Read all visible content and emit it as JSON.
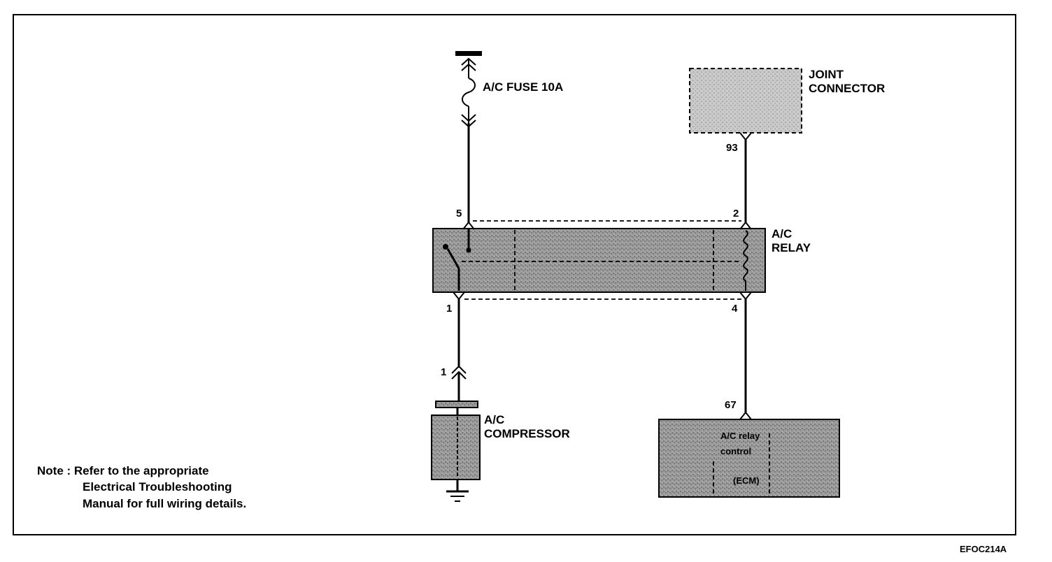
{
  "fuse": {
    "label": "A/C FUSE 10A"
  },
  "joint_connector": {
    "line1": "JOINT",
    "line2": "CONNECTOR",
    "pin": "93"
  },
  "relay": {
    "line1": "A/C",
    "line2": "RELAY",
    "pin_top_left": "5",
    "pin_top_right": "2",
    "pin_bottom_left": "1",
    "pin_bottom_right": "4"
  },
  "connector": {
    "pin": "1"
  },
  "compressor": {
    "line1": "A/C",
    "line2": "COMPRESSOR"
  },
  "ecm": {
    "pin": "67",
    "line1": "A/C relay",
    "line2": "control",
    "line3": "(ECM)"
  },
  "note": {
    "line1": "Note : Refer to the appropriate",
    "line2": "Electrical Troubleshooting",
    "line3": "Manual for full wiring details."
  },
  "figure_code": "EFOC214A"
}
